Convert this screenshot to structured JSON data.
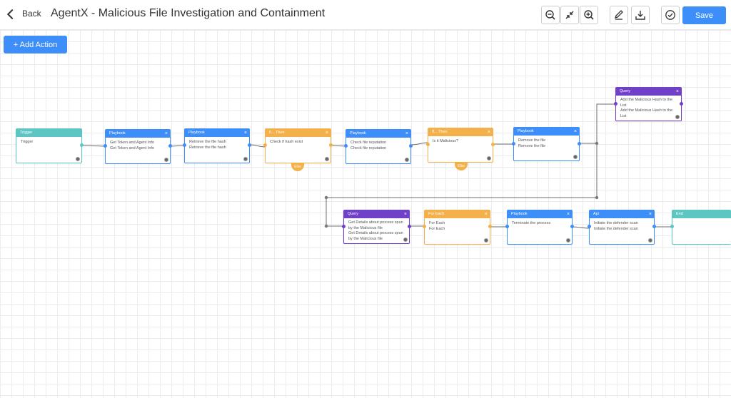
{
  "header": {
    "back_label": "Back",
    "title": "AgentX - Malicious File Investigation and Containment",
    "save_label": "Save"
  },
  "toolbar_icons": [
    "zoom-out-icon",
    "collapse-icon",
    "zoom-in-icon",
    "edit-icon",
    "download-icon",
    "check-circle-icon"
  ],
  "canvas": {
    "add_action_label": "+ Add Action"
  },
  "colors": {
    "primary": "#3d8ef8",
    "trigger_node": "#5ec6c2",
    "playbook_node": "#3d8ef8",
    "condition_node": "#f4b04a",
    "query_node": "#7140c8",
    "end_node": "#5ec6c2"
  },
  "nodes": [
    {
      "id": "trigger",
      "type": "Trigger",
      "lines": [
        "Trigger"
      ]
    },
    {
      "id": "playbook1",
      "type": "Playbook",
      "lines": [
        "Get Token and Agent Info",
        "Get Token and Agent Info"
      ]
    },
    {
      "id": "playbook2",
      "type": "Playbook",
      "lines": [
        "Retrieve the file hash",
        "Retrieve the file hash"
      ]
    },
    {
      "id": "ifthen1",
      "type": "If... Then",
      "lines": [
        "Check if hash exist"
      ],
      "else_label": "Else"
    },
    {
      "id": "playbook3",
      "type": "Playbook",
      "lines": [
        "Check file reputation",
        "Check file reputation"
      ]
    },
    {
      "id": "ifthen2",
      "type": "If... Then",
      "lines": [
        "Is it Malicious?"
      ],
      "else_label": "Else"
    },
    {
      "id": "playbook4",
      "type": "Playbook",
      "lines": [
        "Remove the file",
        "Remove the file"
      ]
    },
    {
      "id": "query1",
      "type": "Query",
      "lines": [
        "Add the Malicious Hash to the",
        "List",
        "Add the Malicious Hash to the",
        "List"
      ]
    },
    {
      "id": "query2",
      "type": "Query",
      "lines": [
        "Get Details about process spun",
        "by the Malicious file",
        "Get Details about process spun",
        "by the Malicious file"
      ]
    },
    {
      "id": "foreach",
      "type": "For Each",
      "lines": [
        "For Each",
        "For Each"
      ]
    },
    {
      "id": "playbook5",
      "type": "Playbook",
      "lines": [
        "Terminate the process"
      ]
    },
    {
      "id": "api",
      "type": "Api",
      "lines": [
        "Initiate the defender scan",
        "Initiate the defender scan"
      ]
    },
    {
      "id": "end",
      "type": "End",
      "lines": []
    }
  ]
}
